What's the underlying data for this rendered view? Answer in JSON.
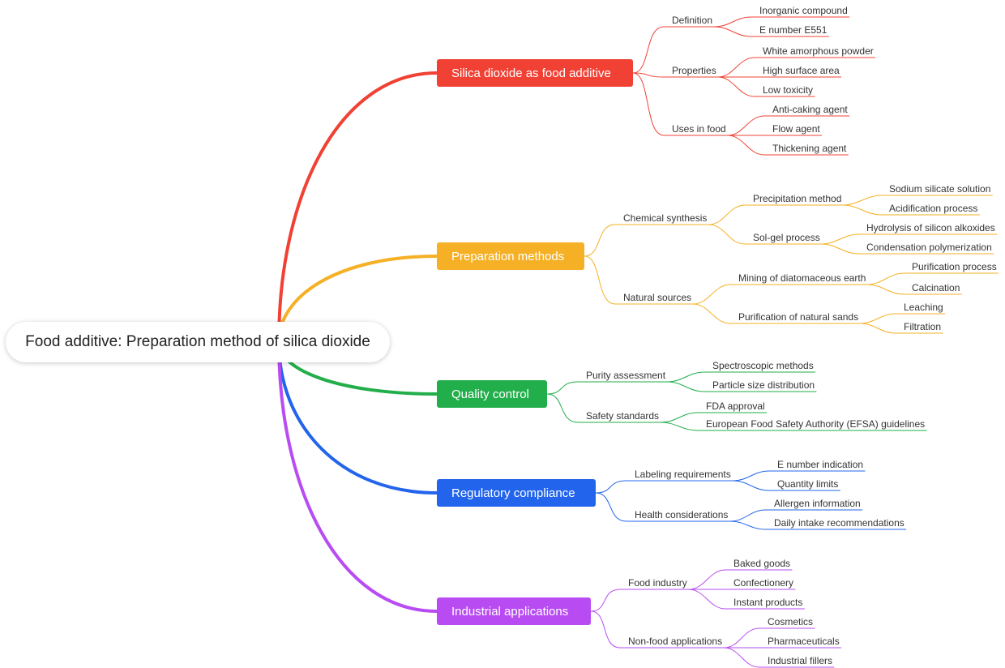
{
  "root": "Food additive: Preparation method of silica dioxide",
  "branches": [
    {
      "label": "Silica dioxide as food additive",
      "color": "#f04134",
      "children": [
        {
          "label": "Definition",
          "children": [
            {
              "label": "Inorganic compound"
            },
            {
              "label": "E number E551"
            }
          ]
        },
        {
          "label": "Properties",
          "children": [
            {
              "label": "White amorphous powder"
            },
            {
              "label": "High surface area"
            },
            {
              "label": "Low toxicity"
            }
          ]
        },
        {
          "label": "Uses in food",
          "children": [
            {
              "label": "Anti-caking agent"
            },
            {
              "label": "Flow agent"
            },
            {
              "label": "Thickening agent"
            }
          ]
        }
      ]
    },
    {
      "label": "Preparation methods",
      "color": "#f5b025",
      "children": [
        {
          "label": "Chemical synthesis",
          "children": [
            {
              "label": "Precipitation method",
              "children": [
                {
                  "label": "Sodium silicate solution"
                },
                {
                  "label": "Acidification process"
                }
              ]
            },
            {
              "label": "Sol-gel process",
              "children": [
                {
                  "label": "Hydrolysis of silicon alkoxides"
                },
                {
                  "label": "Condensation polymerization"
                }
              ]
            }
          ]
        },
        {
          "label": "Natural sources",
          "children": [
            {
              "label": "Mining of diatomaceous earth",
              "children": [
                {
                  "label": "Purification process"
                },
                {
                  "label": "Calcination"
                }
              ]
            },
            {
              "label": "Purification of natural sands",
              "children": [
                {
                  "label": "Leaching"
                },
                {
                  "label": "Filtration"
                }
              ]
            }
          ]
        }
      ]
    },
    {
      "label": "Quality control",
      "color": "#22ae4a",
      "children": [
        {
          "label": "Purity assessment",
          "children": [
            {
              "label": "Spectroscopic methods"
            },
            {
              "label": "Particle size distribution"
            }
          ]
        },
        {
          "label": "Safety standards",
          "children": [
            {
              "label": "FDA approval"
            },
            {
              "label": "European Food Safety Authority (EFSA) guidelines"
            }
          ]
        }
      ]
    },
    {
      "label": "Regulatory compliance",
      "color": "#2264ec",
      "children": [
        {
          "label": "Labeling requirements",
          "children": [
            {
              "label": "E number indication"
            },
            {
              "label": "Quantity limits"
            }
          ]
        },
        {
          "label": "Health considerations",
          "children": [
            {
              "label": "Allergen information"
            },
            {
              "label": "Daily intake recommendations"
            }
          ]
        }
      ]
    },
    {
      "label": "Industrial applications",
      "color": "#b84cf2",
      "children": [
        {
          "label": "Food industry",
          "children": [
            {
              "label": "Baked goods"
            },
            {
              "label": "Confectionery"
            },
            {
              "label": "Instant products"
            }
          ]
        },
        {
          "label": "Non-food applications",
          "children": [
            {
              "label": "Cosmetics"
            },
            {
              "label": "Pharmaceuticals"
            },
            {
              "label": "Industrial fillers"
            }
          ]
        }
      ]
    }
  ]
}
